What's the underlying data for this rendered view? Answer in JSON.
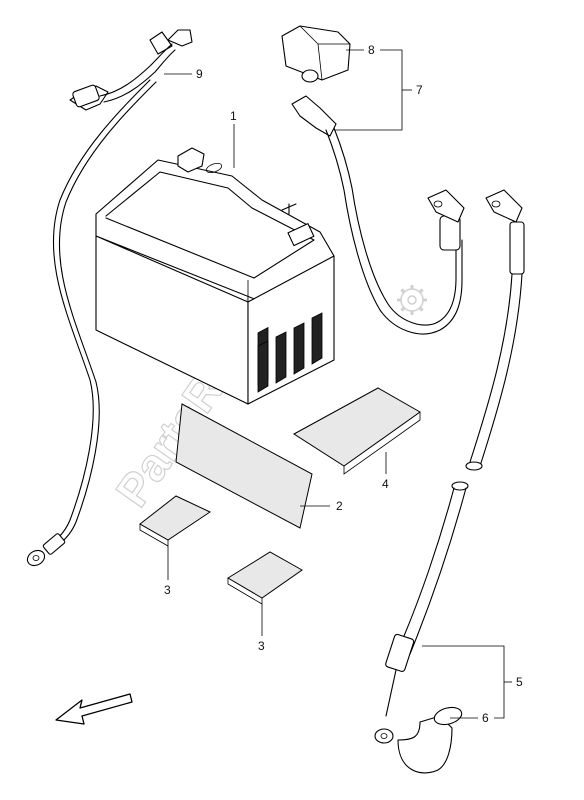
{
  "watermark": {
    "text": "PartsRepublik"
  },
  "callouts": [
    {
      "id": "1",
      "label": "1"
    },
    {
      "id": "2",
      "label": "2"
    },
    {
      "id": "3a",
      "label": "3"
    },
    {
      "id": "3b",
      "label": "3"
    },
    {
      "id": "4",
      "label": "4"
    },
    {
      "id": "5",
      "label": "5"
    },
    {
      "id": "6",
      "label": "6"
    },
    {
      "id": "7",
      "label": "7"
    },
    {
      "id": "8",
      "label": "8"
    },
    {
      "id": "9",
      "label": "9"
    }
  ],
  "icons": {
    "direction_arrow": "front-direction-arrow-icon",
    "gear": "gear-icon"
  }
}
